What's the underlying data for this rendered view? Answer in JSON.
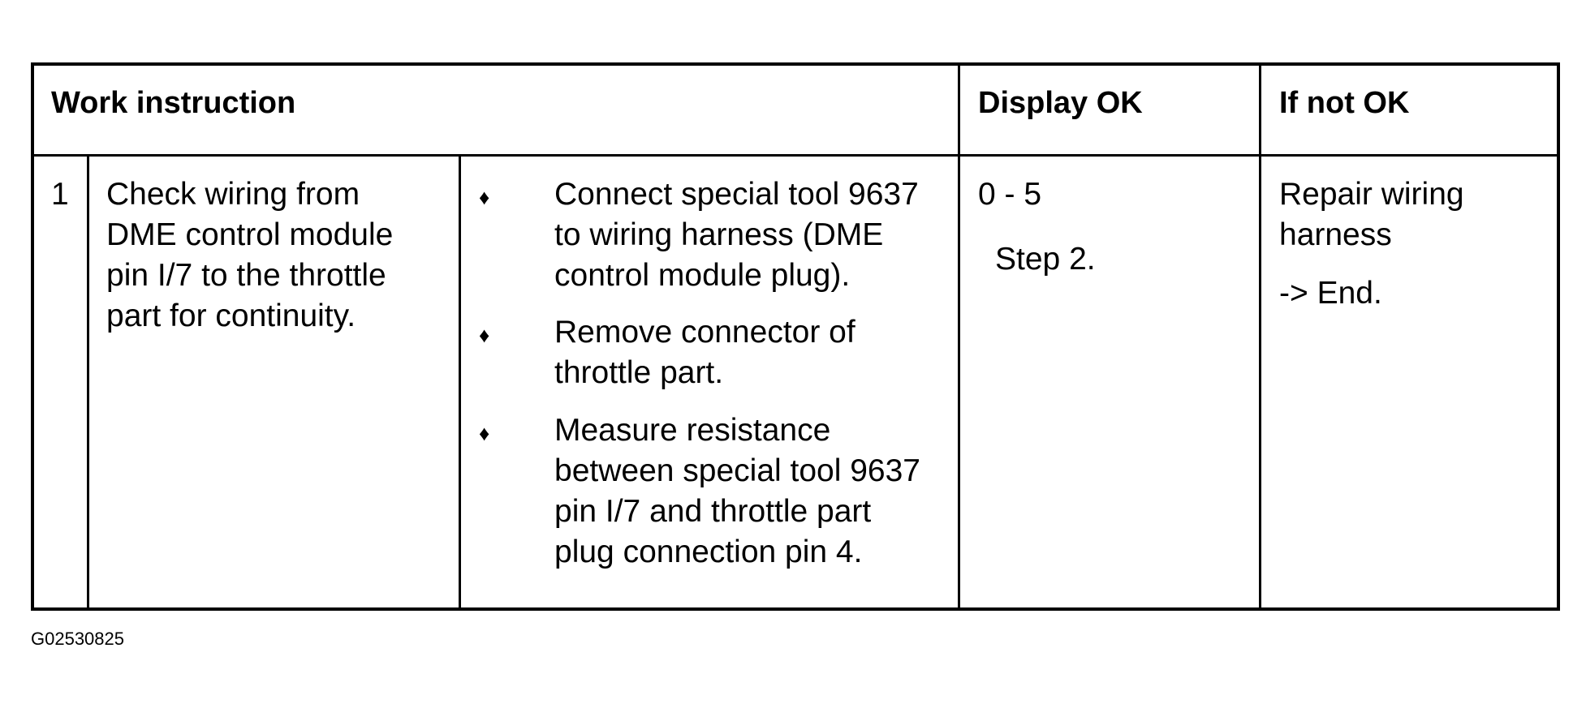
{
  "table": {
    "headers": {
      "work_instruction": "Work instruction",
      "display_ok": "Display OK",
      "if_not_ok": "If not OK"
    },
    "rows": [
      {
        "step": "1",
        "description": "Check wiring from\nDME control module\npin I/7 to the throttle\npart for continuity.",
        "bullet_symbol": "♦",
        "actions": [
          "Connect special tool 9637\nto wiring harness (DME\ncontrol module plug).",
          "Remove connector of\nthrottle part.",
          "Measure resistance\nbetween special tool 9637\npin I/7 and throttle part\nplug connection pin 4."
        ],
        "display_ok": {
          "value": "0 - 5",
          "next": "Step 2."
        },
        "if_not_ok": {
          "action": "Repair wiring\nharness",
          "next": "-> End."
        }
      }
    ]
  },
  "footnote": "G02530825"
}
